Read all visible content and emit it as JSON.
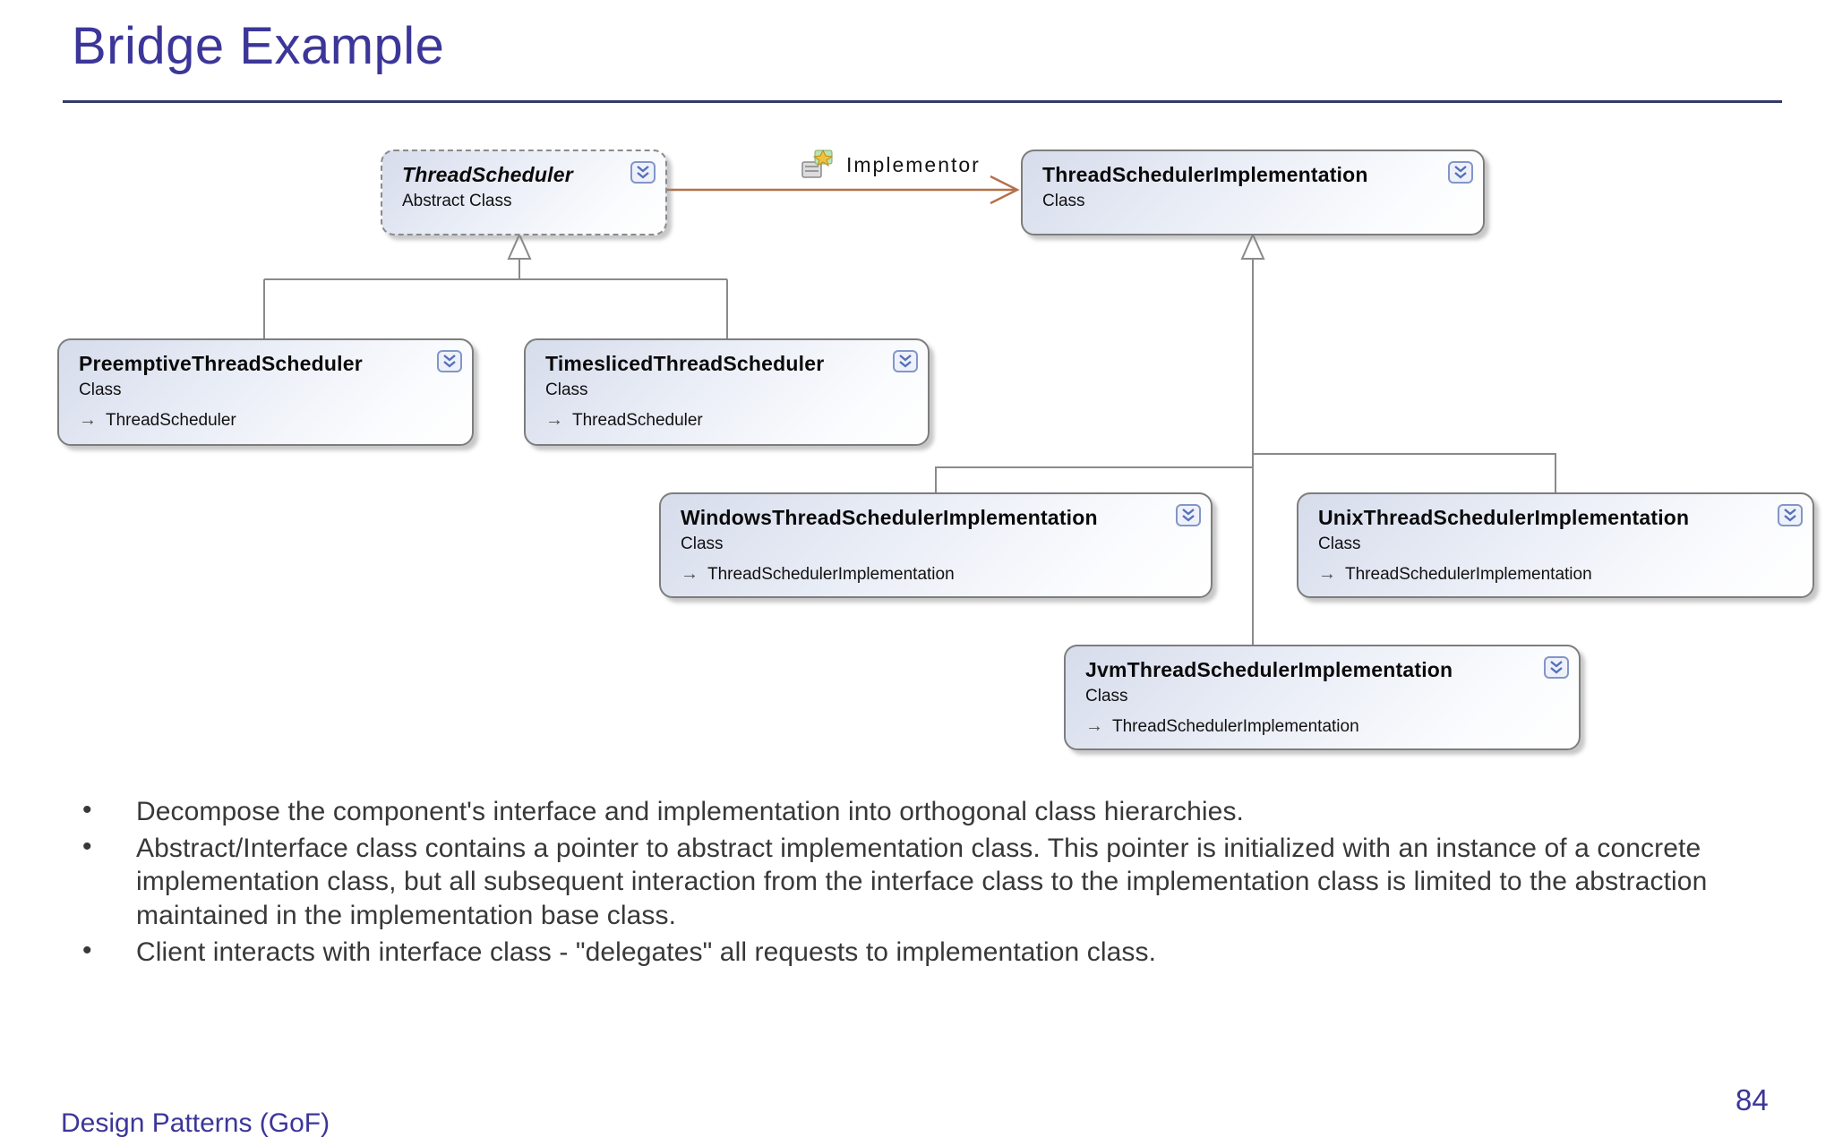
{
  "slide": {
    "title": "Bridge Example",
    "footer": "Design Patterns (GoF)",
    "page_number": "84"
  },
  "bullets": [
    "Decompose the component's interface and implementation into orthogonal class hierarchies.",
    "Abstract/Interface class contains a pointer to abstract implementation class. This pointer is initialized with an instance of a concrete implementation class, but all subsequent interaction from the interface class to the implementation class is limited to the abstraction maintained in the implementation base class.",
    "Client interacts with interface class - \"delegates\" all requests to implementation class."
  ],
  "diagram": {
    "association_label": "Implementor",
    "inheritance_arrow_glyph": "→",
    "classes": [
      {
        "name": "ThreadScheduler",
        "stereotype": "Abstract Class",
        "base": ""
      },
      {
        "name": "ThreadSchedulerImplementation",
        "stereotype": "Class",
        "base": ""
      },
      {
        "name": "PreemptiveThreadScheduler",
        "stereotype": "Class",
        "base": "ThreadScheduler"
      },
      {
        "name": "TimeslicedThreadScheduler",
        "stereotype": "Class",
        "base": "ThreadScheduler"
      },
      {
        "name": "WindowsThreadSchedulerImplementation",
        "stereotype": "Class",
        "base": "ThreadSchedulerImplementation"
      },
      {
        "name": "UnixThreadSchedulerImplementation",
        "stereotype": "Class",
        "base": "ThreadSchedulerImplementation"
      },
      {
        "name": "JvmThreadSchedulerImplementation",
        "stereotype": "Class",
        "base": "ThreadSchedulerImplementation"
      }
    ],
    "icons": {
      "collapse_chevron": "double-chevron-down",
      "association": "property-association-icon",
      "inheritance": "hollow-triangle-up"
    }
  },
  "colors": {
    "title": "#3c3699",
    "rule": "#333a66",
    "body_text": "#383838",
    "association_arrow": "#b5714a",
    "connector": "#8a8a8a",
    "box_border": "#7d7d7d",
    "box_fill_top": "#d7dcec"
  }
}
